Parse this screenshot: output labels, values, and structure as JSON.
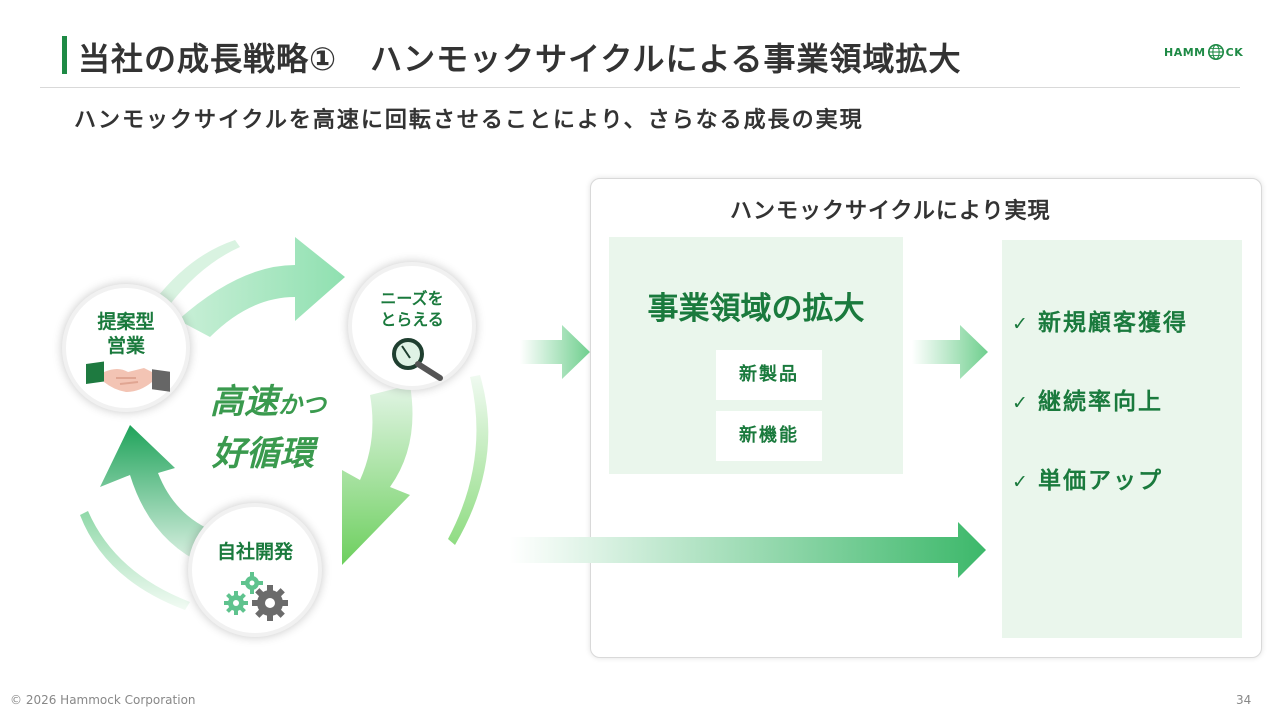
{
  "header": {
    "title": "当社の成長戦略①　ハンモックサイクルによる事業領域拡大",
    "logo_text_left": "HAMM",
    "logo_text_right": "CK",
    "subtitle": "ハンモックサイクルを高速に回転させることにより、さらなる成長の実現"
  },
  "cycle": {
    "sales": {
      "line1": "提案型",
      "line2": "営業",
      "icon": "handshake-icon"
    },
    "needs": {
      "line1": "ニーズを",
      "line2": "とらえる",
      "icon": "magnifier-icon"
    },
    "development": {
      "line1": "自社開発",
      "icon": "gears-icon"
    },
    "center": {
      "main1": "高速",
      "small": "かつ",
      "main2": "好循環"
    }
  },
  "panel": {
    "title": "ハンモックサイクルにより実現",
    "expansion": {
      "title": "事業領域の拡大",
      "items": [
        "新製品",
        "新機能"
      ]
    },
    "results": [
      {
        "check": "✓",
        "label": "新規顧客獲得"
      },
      {
        "check": "✓",
        "label": "継続率向上"
      },
      {
        "check": "✓",
        "label": "単価アップ"
      }
    ]
  },
  "footer": {
    "copyright": "© 2026 Hammock Corporation",
    "page": "34"
  },
  "colors": {
    "brand_green": "#1e8a45",
    "text_green": "#1a7a3d",
    "panel_fill": "#eaf6ec",
    "arrow_green": "#3dbd6e"
  }
}
